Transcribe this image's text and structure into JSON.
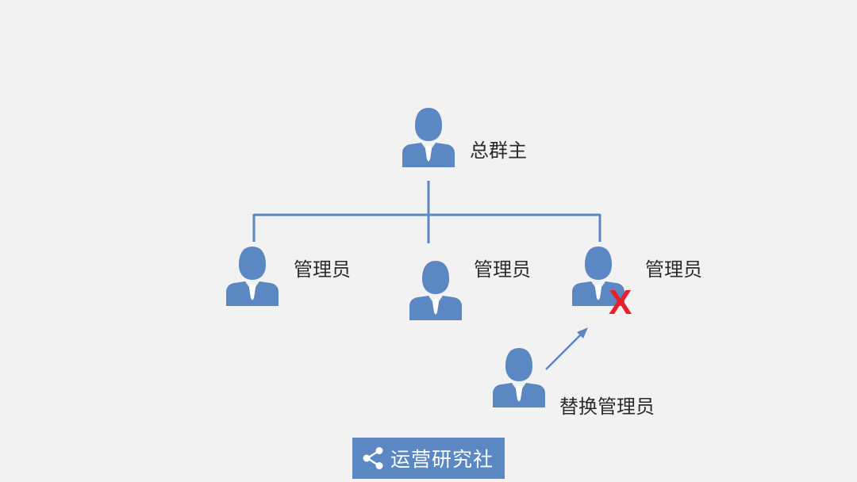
{
  "nodes": {
    "root": {
      "label": "总群主"
    },
    "admin_left": {
      "label": "管理员"
    },
    "admin_middle": {
      "label": "管理员"
    },
    "admin_right": {
      "label": "管理员"
    },
    "replacement": {
      "label": "替换管理员"
    }
  },
  "removed_mark": "X",
  "brand": {
    "text": "运营研究社",
    "icon": "share-icon"
  },
  "colors": {
    "icon": "#5b87c3",
    "connector": "#5b87c3",
    "removed": "#e8202a",
    "background": "#f2f2f2",
    "label": "#2b2b2b"
  }
}
